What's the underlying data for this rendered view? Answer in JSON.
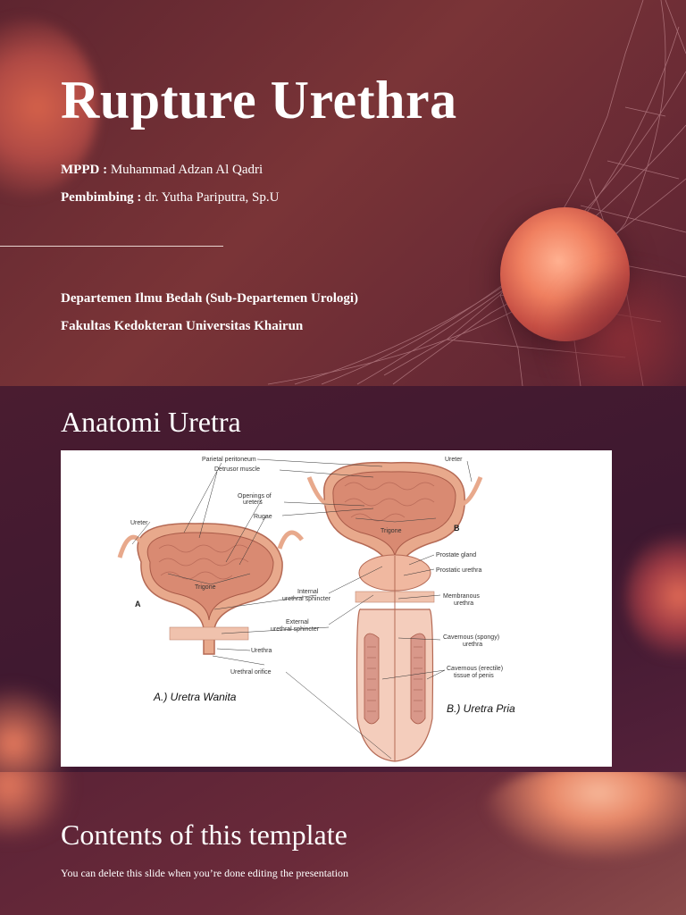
{
  "slide1": {
    "title": "Rupture Urethra",
    "mppd_label": "MPPD :",
    "mppd_value": "Muhammad Adzan Al Qadri",
    "pembimbing_label": "Pembimbing :",
    "pembimbing_value": "dr. Yutha Pariputra, Sp.U",
    "department": "Departemen Ilmu Bedah (Sub-Departemen Urologi)",
    "faculty": "Fakultas Kedokteran Universitas Khairun"
  },
  "slide2": {
    "title": "Anatomi Uretra",
    "figure": {
      "caption_a": "A.) Uretra Wanita",
      "caption_b": "B.) Uretra Pria",
      "panel_a": "A",
      "panel_b": "B",
      "labels": {
        "parietal_peritoneum": "Parietal peritoneum",
        "detrusor_muscle": "Detrusor muscle",
        "openings_of_ureters_1": "Openings of",
        "openings_of_ureters_2": "ureters",
        "rugae": "Rugae",
        "ureter_left": "Ureter",
        "ureter_right": "Ureter",
        "trigone_left": "Trigone",
        "trigone_right": "Trigone",
        "prostate_gland": "Prostate gland",
        "prostatic_urethra": "Prostatic urethra",
        "internal_sphincter_1": "Internal",
        "internal_sphincter_2": "urethral sphincter",
        "membranous_urethra_1": "Membranous",
        "membranous_urethra_2": "urethra",
        "external_sphincter_1": "External",
        "external_sphincter_2": "urethral sphincter",
        "urethra": "Urethra",
        "cavernous_spongy_1": "Cavernous (spongy)",
        "cavernous_spongy_2": "urethra",
        "urethral_orifice": "Urethral orifice",
        "cavernous_erectile_1": "Cavernous (erectile)",
        "cavernous_erectile_2": "tissue of penis"
      }
    }
  },
  "slide3": {
    "title": "Contents of this template",
    "subtitle": "You can delete this slide when you’re done editing the presentation"
  },
  "colors": {
    "slide1_bg": "#6e2e36",
    "slide2_bg": "#421a30",
    "slide3_bg": "#62273a",
    "accent_orange": "#f08a5d",
    "tissue": "#e8a98c"
  }
}
